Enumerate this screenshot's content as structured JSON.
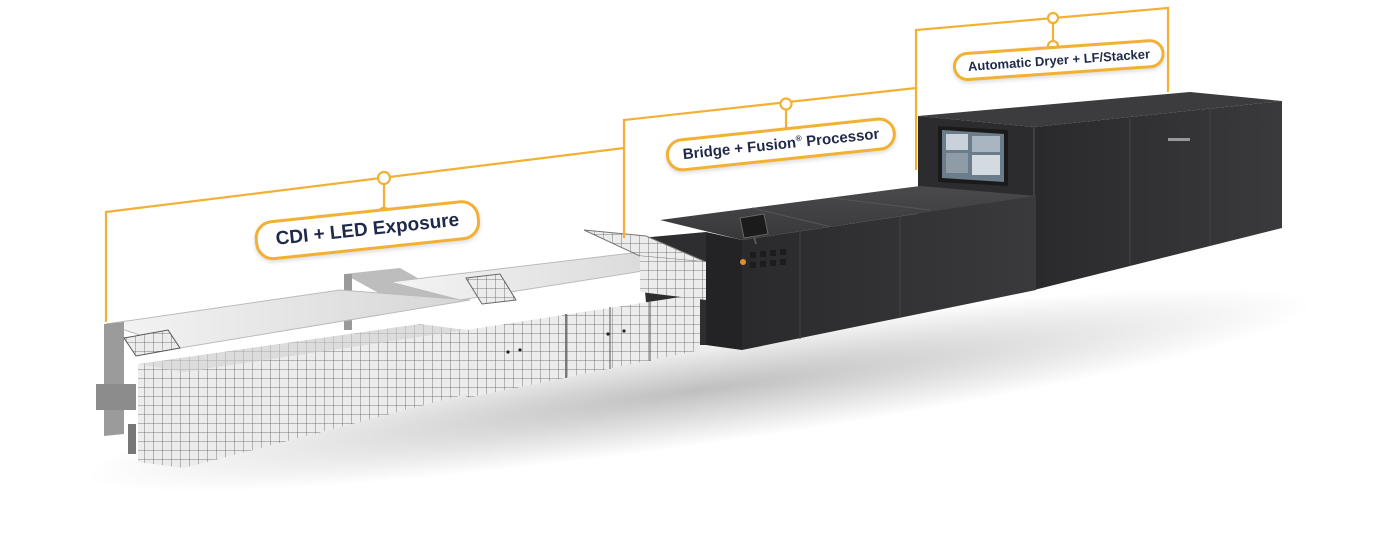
{
  "callouts": {
    "cdi": {
      "label": "CDI + LED Exposure"
    },
    "bridge": {
      "label_main": "Bridge + Fusion",
      "label_mark": "®",
      "label_tail": " Processor"
    },
    "dryer": {
      "label": "Automatic Dryer + LF/Stacker"
    }
  },
  "colors": {
    "accent": "#f2b134",
    "label_text": "#1f2a4a",
    "machine_dark": "#2e2e30",
    "grid_panel": "#e8e8e8"
  }
}
